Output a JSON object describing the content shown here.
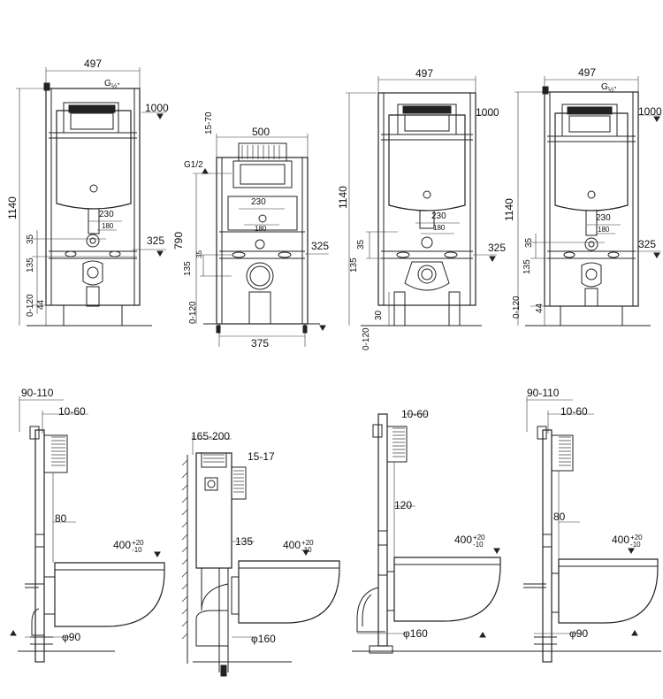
{
  "front_views": {
    "view1": {
      "width": "497",
      "height": "1140",
      "g": "G",
      "g_frac": "½\"",
      "flush": "1000",
      "w230": "230",
      "w180": "180",
      "d35": "35",
      "d135": "135",
      "d325": "325",
      "d0120": "0-120",
      "d44": "44"
    },
    "view2": {
      "width": "500",
      "d1570": "15-70",
      "g12": "G1/2",
      "height": "790",
      "w230": "230",
      "w180": "180",
      "d135": "135",
      "d35": "35",
      "d325": "325",
      "d0120": "0-120",
      "w375": "375"
    },
    "view3": {
      "width": "497",
      "height": "1140",
      "flush": "1000",
      "w230": "230",
      "w180": "180",
      "d35": "35",
      "d135": "135",
      "d325": "325",
      "d30": "30",
      "d0120": "0-120"
    },
    "view4": {
      "width": "497",
      "height": "1140",
      "g": "G",
      "g_frac": "½\"",
      "flush": "1000",
      "w230": "230",
      "w180": "180",
      "d35": "35",
      "d135": "135",
      "d325": "325",
      "d0120": "0-120",
      "d44": "44"
    }
  },
  "side_views": {
    "view1": {
      "d90110": "90-110",
      "d1060": "10-60",
      "d80": "80",
      "h400": "400",
      "tol_up": "+20",
      "tol_dn": "-10",
      "pipe": "φ90"
    },
    "view2": {
      "d165200": "165-200",
      "d1517": "15-17",
      "d135": "135",
      "h400": "400",
      "tol_up": "+20",
      "tol_dn": "-10",
      "pipe": "φ160"
    },
    "view3": {
      "d1060": "10-60",
      "d120": "120",
      "h400": "400",
      "tol_up": "+20",
      "tol_dn": "-10",
      "pipe": "φ160"
    },
    "view4": {
      "d90110": "90-110",
      "d1060": "10-60",
      "d80": "80",
      "h400": "400",
      "tol_up": "+20",
      "tol_dn": "-10",
      "pipe": "φ90"
    }
  }
}
